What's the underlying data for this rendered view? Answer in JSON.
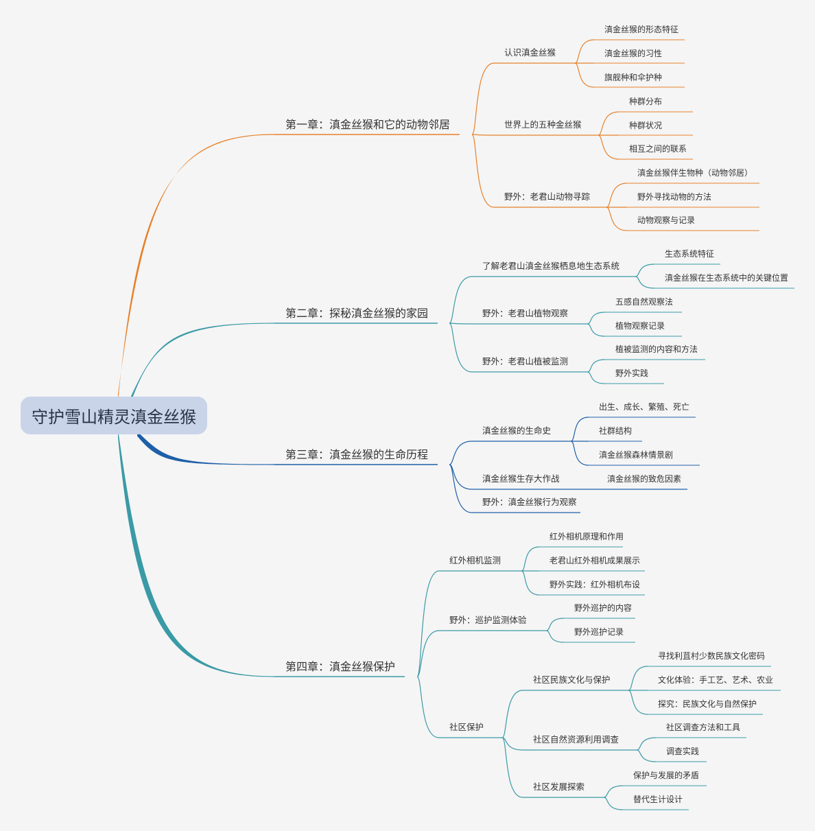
{
  "root": {
    "title": "守护雪山精灵滇金丝猴"
  },
  "colors": {
    "background": "#f5f5f5",
    "root_box": "#c9d4e9",
    "chapter1": "#e7812a",
    "chapter2": "#3a9aa6",
    "chapter3": "#1f5fa8",
    "chapter4": "#3a9aa6"
  },
  "chapters": [
    {
      "title": "第一章：滇金丝猴和它的动物邻居",
      "color": "#e7812a",
      "topics": [
        {
          "title": "认识滇金丝猴",
          "items": [
            "滇金丝猴的形态特征",
            "滇金丝猴的习性",
            "旗舰种和伞护种"
          ]
        },
        {
          "title": "世界上的五种金丝猴",
          "items": [
            "种群分布",
            "种群状况",
            "相互之间的联系"
          ]
        },
        {
          "title": "野外：老君山动物寻踪",
          "items": [
            "滇金丝猴伴生物种（动物邻居）",
            "野外寻找动物的方法",
            "动物观察与记录"
          ]
        }
      ]
    },
    {
      "title": "第二章：探秘滇金丝猴的家园",
      "color": "#3a9aa6",
      "topics": [
        {
          "title": "了解老君山滇金丝猴栖息地生态系统",
          "items": [
            "生态系统特征",
            "滇金丝猴在生态系统中的关键位置"
          ]
        },
        {
          "title": "野外：老君山植物观察",
          "items": [
            "五感自然观察法",
            "植物观察记录"
          ]
        },
        {
          "title": "野外：老君山植被监测",
          "items": [
            "植被监测的内容和方法",
            "野外实践"
          ]
        }
      ]
    },
    {
      "title": "第三章：滇金丝猴的生命历程",
      "color": "#1f5fa8",
      "topics": [
        {
          "title": "滇金丝猴的生命史",
          "items": [
            "出生、成长、繁殖、死亡",
            "社群结构",
            "滇金丝猴森林情景剧"
          ]
        },
        {
          "title": "滇金丝猴生存大作战",
          "items": [
            "滇金丝猴的致危因素"
          ]
        },
        {
          "title": "野外：滇金丝猴行为观察",
          "items": []
        }
      ]
    },
    {
      "title": "第四章：滇金丝猴保护",
      "color": "#3a9aa6",
      "topics": [
        {
          "title": "红外相机监测",
          "items": [
            "红外相机原理和作用",
            "老君山红外相机成果展示",
            "野外实践：红外相机布设"
          ]
        },
        {
          "title": "野外：巡护监测体验",
          "items": [
            "野外巡护的内容",
            "野外巡护记录"
          ]
        },
        {
          "title": "社区保护",
          "items": [],
          "subtopics": [
            {
              "title": "社区民族文化与保护",
              "items": [
                "寻找利苴村少数民族文化密码",
                "文化体验：手工艺、艺术、农业",
                "探究：民族文化与自然保护"
              ]
            },
            {
              "title": "社区自然资源利用调查",
              "items": [
                "社区调查方法和工具",
                "调查实践"
              ]
            },
            {
              "title": "社区发展探索",
              "items": [
                "保护与发展的矛盾",
                "替代生计设计"
              ]
            }
          ]
        }
      ]
    }
  ]
}
